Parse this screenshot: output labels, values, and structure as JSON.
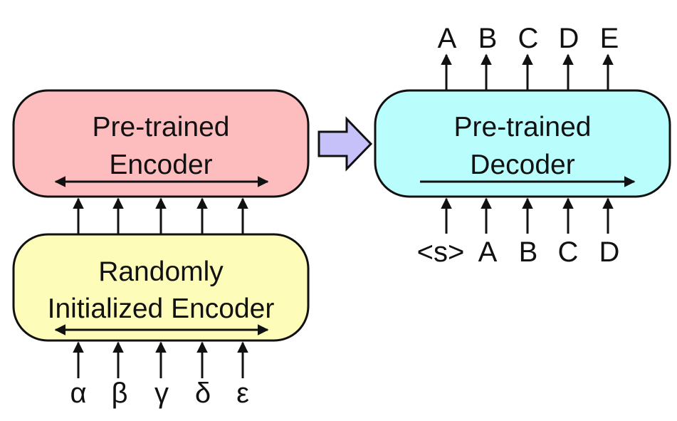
{
  "encoder": {
    "line1": "Pre-trained",
    "line2": "Encoder",
    "fill": "#fdbdbe"
  },
  "random_encoder": {
    "line1": "Randomly",
    "line2": "Initialized Encoder",
    "fill": "#fdfdb9"
  },
  "decoder": {
    "line1": "Pre-trained",
    "line2": "Decoder",
    "fill": "#b9fdfd"
  },
  "transfer_arrow": {
    "fill": "#c6c1f9"
  },
  "inputs": [
    "α",
    "β",
    "γ",
    "δ",
    "ε"
  ],
  "decoder_inputs": [
    "<s>",
    "A",
    "B",
    "C",
    "D"
  ],
  "decoder_outputs": [
    "A",
    "B",
    "C",
    "D",
    "E"
  ]
}
